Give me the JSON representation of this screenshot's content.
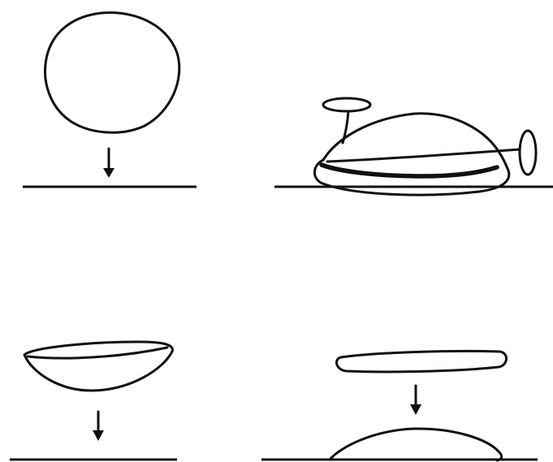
{
  "figure": {
    "panels": [
      {
        "id": "top-left",
        "objects": [
          "round-drop",
          "fall-arrow",
          "ground-line"
        ]
      },
      {
        "id": "top-right",
        "objects": [
          "flattened-dome",
          "wire-with-disc",
          "ground-line"
        ]
      },
      {
        "id": "bottom-left",
        "objects": [
          "lens-shape",
          "fall-arrow",
          "ground-line"
        ]
      },
      {
        "id": "bottom-right",
        "objects": [
          "flat-disc",
          "fall-arrow",
          "flattened-mound",
          "ground-line"
        ]
      }
    ],
    "colors": {
      "ink": "#111111",
      "background": "#ffffff"
    }
  }
}
